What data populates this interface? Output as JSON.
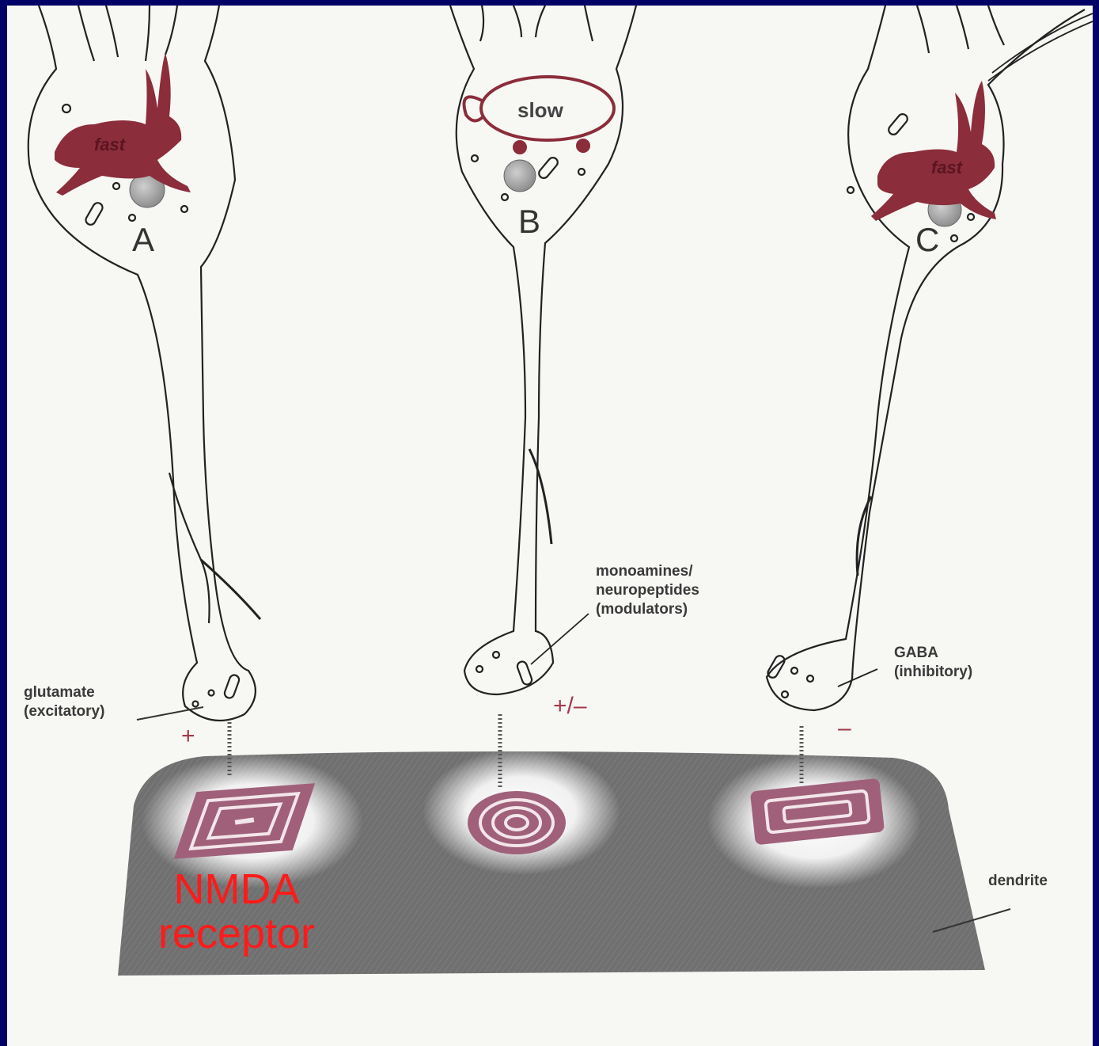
{
  "neurons": {
    "a": {
      "letter": "A",
      "speed": "fast"
    },
    "b": {
      "letter": "B",
      "speed": "slow"
    },
    "c": {
      "letter": "C",
      "speed": "fast"
    }
  },
  "labels": {
    "glutamate": [
      "glutamate",
      "(excitatory)"
    ],
    "modulators": [
      "monoamines/",
      "neuropeptides",
      "(modulators)"
    ],
    "gaba": [
      "GABA",
      "(inhibitory)"
    ],
    "dendrite": "dendrite"
  },
  "signs": {
    "excitatory": "+",
    "modulator": "+/–",
    "inhibitory": "–"
  },
  "annotation": {
    "line1": "NMDA",
    "line2": "receptor"
  },
  "colors": {
    "frame": "#000066",
    "animal": "#8b2d3a",
    "receptor": "#a0607a",
    "dendrite": "#6e6e6e",
    "annotation": "#ff1a1a"
  }
}
